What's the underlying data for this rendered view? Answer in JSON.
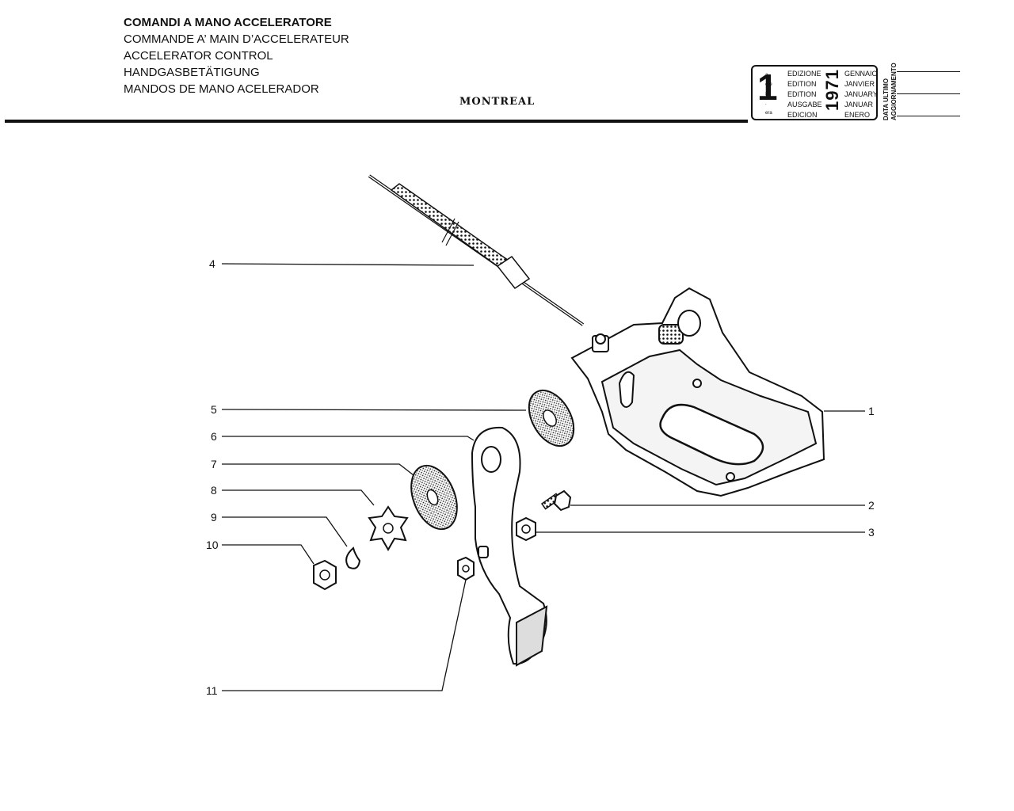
{
  "header": {
    "titles": [
      "COMANDI A MANO ACCELERATORE",
      "COMMANDE A’ MAIN D’ACCELERATEUR",
      "ACCELERATOR CONTROL",
      "HANDGASBETÄTIGUNG",
      "MANDOS DE MANO ACELERADOR"
    ],
    "brand": "MONTREAL"
  },
  "edition": {
    "number": "1",
    "suffixes": [
      "a",
      "ère",
      "st",
      ".",
      "era"
    ],
    "labels": [
      "EDIZIONE",
      "EDITION",
      "EDITION",
      "AUSGABE",
      "EDICION"
    ],
    "year": "1971",
    "months": [
      "GENNAIO",
      "JANVIER",
      "JANUARY",
      "JANUAR",
      "ENERO"
    ],
    "update_label_1": "DATA ULTIMO",
    "update_label_2": "AGGIORNAMENTO"
  },
  "callouts": {
    "c1": "1",
    "c2": "2",
    "c3": "3",
    "c4": "4",
    "c5": "5",
    "c6": "6",
    "c7": "7",
    "c8": "8",
    "c9": "9",
    "c10": "10",
    "c11": "11"
  }
}
